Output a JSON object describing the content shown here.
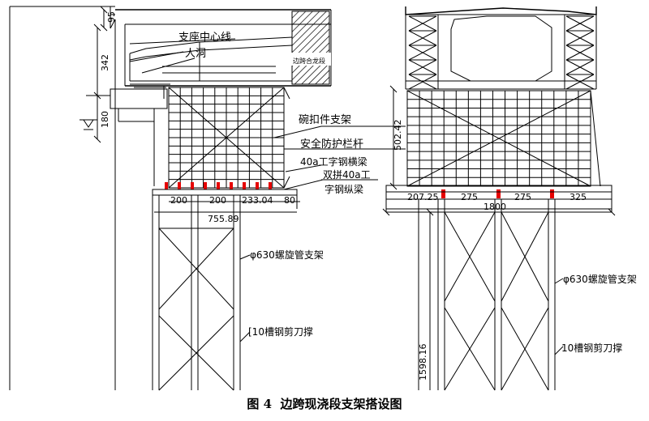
{
  "figure": {
    "caption_label": "图 4",
    "caption_text": "边跨现浇段支架搭设图"
  },
  "left_view": {
    "dims": {
      "d95": "95",
      "d342": "342",
      "d180": "180",
      "d200a": "200",
      "d200b": "200",
      "d233": "233.04",
      "d80": "80",
      "d755": "755.89"
    },
    "labels": {
      "bearing_centerline": "支座中心线",
      "manhole": "人洞",
      "zone_tag": "边跨合龙段",
      "bowl_buckle_support": "碗扣件支架",
      "safety_guardrail": "安全防护栏杆",
      "beam_40a": "40a工字钢横梁",
      "double_40a_l1": "双拼40a工",
      "double_40a_l2": "字钢纵梁",
      "spiral_pipe": "φ630螺旋管支架",
      "channel_brace": "[10槽钢剪刀撑"
    }
  },
  "right_view": {
    "dims": {
      "d502": "502.42",
      "d207": "207.25",
      "d275a": "275",
      "d275b": "275",
      "d325": "325",
      "d1800": "1800",
      "d1598": "1598.16"
    },
    "labels": {
      "spiral_pipe": "φ630螺旋管支架",
      "channel_brace": "10槽钢剪刀撑"
    }
  },
  "colors": {
    "line": "#000000",
    "marker_red": "#e60000"
  }
}
